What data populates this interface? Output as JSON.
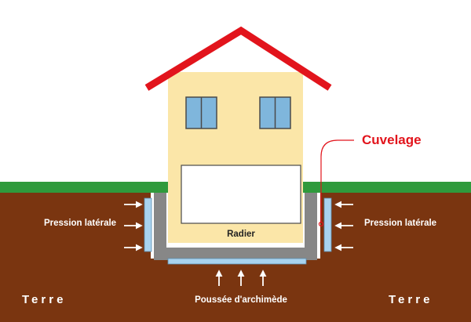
{
  "labels": {
    "cuvelage": "Cuvelage",
    "pression_gauche": "Pression latérale",
    "pression_droite": "Pression latérale",
    "radier": "Radier",
    "poussee": "Poussée d'archimède",
    "terre_gauche": "Terre",
    "terre_droite": "Terre"
  },
  "colors": {
    "sky": "#ffffff",
    "grass": "#2f9a3c",
    "soil": "#7a3510",
    "house_wall": "#fbe6a8",
    "roof": "#e2141c",
    "window": "#7fb6dc",
    "garage_door": "#ffffff",
    "foundation": "#878787",
    "membrane": "#a9d3ef",
    "accent": "#e2141c",
    "arrow": "#ffffff"
  }
}
